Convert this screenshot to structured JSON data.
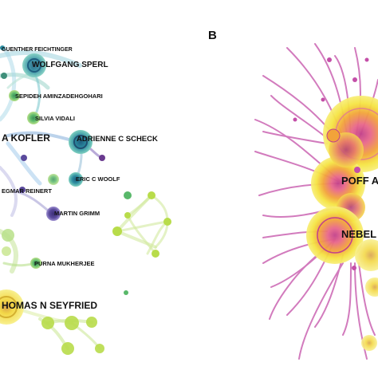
{
  "panels": {
    "b": {
      "letter": "B"
    }
  },
  "colors": {
    "early_purple": "#5a4a9c",
    "teal": "#2c8ca0",
    "green": "#59b86a",
    "yellow_green": "#b8dc4a",
    "yellow": "#f5e442",
    "magenta_link": "#c44fa8",
    "orange": "#f2a33a"
  },
  "panel_a": {
    "authors": [
      {
        "key": "feichtinger",
        "label": "GUENTHER FEICHTINGER"
      },
      {
        "key": "sperl",
        "label": "WOLFGANG SPERL"
      },
      {
        "key": "aminzadeh",
        "label": "SEPIDEH AMINZADEHGOHARI"
      },
      {
        "key": "vidali",
        "label": "SILVIA VIDALI"
      },
      {
        "key": "kofler",
        "label": "A KOFLER"
      },
      {
        "key": "scheck",
        "label": "ADRIENNE C SCHECK"
      },
      {
        "key": "woolf",
        "label": "ERIC C WOOLF"
      },
      {
        "key": "reinert",
        "label": "EGMAR REINERT"
      },
      {
        "key": "grimm",
        "label": "MARTIN GRIMM"
      },
      {
        "key": "mukherjee",
        "label": "PURNA MUKHERJEE"
      },
      {
        "key": "seyfried",
        "label": "HOMAS N SEYFRIED"
      }
    ]
  },
  "panel_b": {
    "authors": [
      {
        "key": "poff",
        "label": "POFF A"
      },
      {
        "key": "nebel",
        "label": "NEBEL"
      }
    ]
  }
}
